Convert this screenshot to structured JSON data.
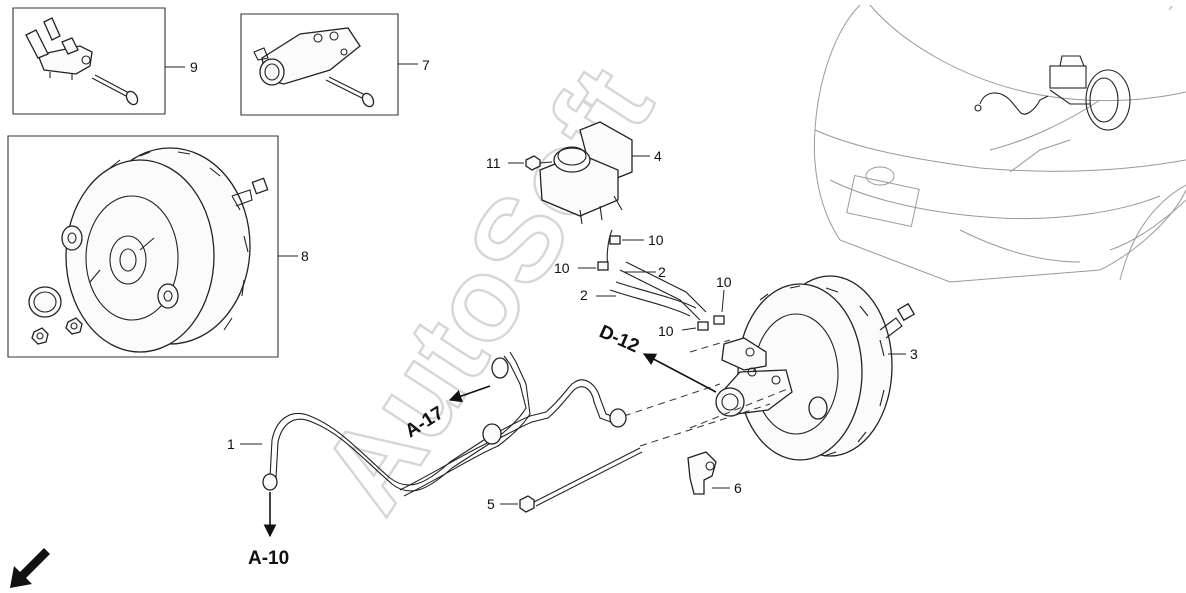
{
  "watermark": "AutoSoft",
  "callouts": {
    "c1": "1",
    "c2a": "2",
    "c2b": "2",
    "c3": "3",
    "c4": "4",
    "c5": "5",
    "c6": "6",
    "c7": "7",
    "c8": "8",
    "c9": "9",
    "c10a": "10",
    "c10b": "10",
    "c10c": "10",
    "c10d": "10",
    "c11": "11"
  },
  "references": {
    "a10": "A-10",
    "a17": "A-17",
    "d12": "D-12"
  }
}
